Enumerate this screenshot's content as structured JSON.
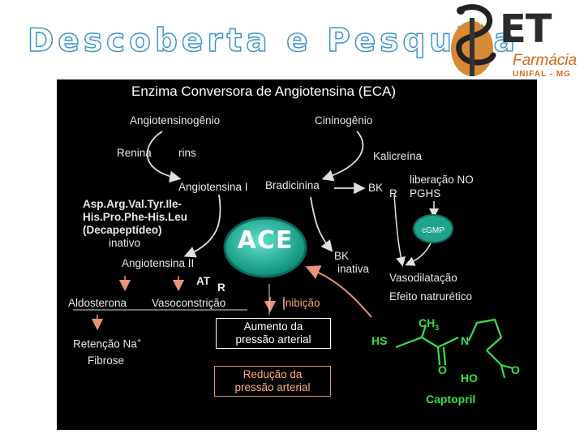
{
  "slide": {
    "title": "Descoberta e Pesquisa"
  },
  "logo": {
    "brand": "ET",
    "line1": "Farmácia",
    "line2": "UNIFAL - MG"
  },
  "figure": {
    "title": "Enzima Conversora de Angiotensina (ECA)",
    "labels": {
      "angiotensinogenio": "Angiotensinogênio",
      "cininogenio": "Cininogênio",
      "renina": "Renina",
      "rins": "rins",
      "kalicreina": "Kalicreína",
      "angiotensina_1": "Angiotensina I",
      "bradicinina": "Bradicinina",
      "bk": "BK",
      "r1": "R",
      "liberacao_no": "liberação NO",
      "pghs": "PGHS",
      "seq_line1": "Asp.Arg.Val.Tyr.Ile-",
      "seq_line2": "His.Pro.Phe-His.Leu",
      "seq_line3": "(Decapeptídeo)",
      "inativo": "inativo",
      "ace": "ACE",
      "cgmp": "cGMP",
      "bk_inativa_1": "BK",
      "bk_inativa_2": "inativa",
      "angiotensina_2": "Angiotensina II",
      "at": "AT",
      "r2": "R",
      "vasodilatacao": "Vasodilatação",
      "efeito_natriuretico": "Efeito natrurético",
      "aldosterona": "Aldosterona",
      "vasoconstricao": "Vasoconstrição",
      "inibicao": "Inibição",
      "aumento_1": "Aumento da",
      "aumento_2": "pressão arterial",
      "retencao": "Retenção Na",
      "retencao_sup": "+",
      "fibrose": "Fibrose",
      "reducao_1": "Redução da",
      "reducao_2": "pressão arterial"
    },
    "molecule": {
      "name": "Captopril",
      "hs": "HS",
      "ch3": "CH",
      "ch3_sub": "3",
      "n": "N",
      "o1": "O",
      "ho": "HO",
      "o2": "O"
    }
  }
}
